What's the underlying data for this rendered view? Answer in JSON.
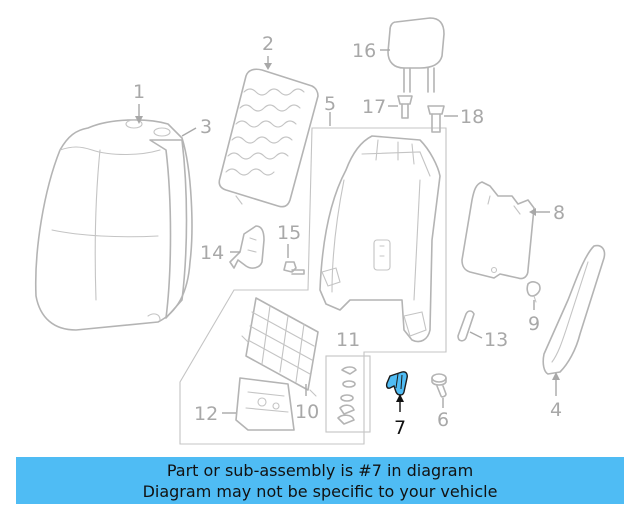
{
  "diagram": {
    "highlight_color": "#4fbcf4",
    "callouts": [
      {
        "id": "c1",
        "label": "1"
      },
      {
        "id": "c2",
        "label": "2"
      },
      {
        "id": "c3",
        "label": "3"
      },
      {
        "id": "c4",
        "label": "4"
      },
      {
        "id": "c5",
        "label": "5"
      },
      {
        "id": "c6",
        "label": "6"
      },
      {
        "id": "c7",
        "label": "7",
        "highlighted": true
      },
      {
        "id": "c8",
        "label": "8"
      },
      {
        "id": "c9",
        "label": "9"
      },
      {
        "id": "c10",
        "label": "10"
      },
      {
        "id": "c11",
        "label": "11"
      },
      {
        "id": "c12",
        "label": "12"
      },
      {
        "id": "c13",
        "label": "13"
      },
      {
        "id": "c14",
        "label": "14"
      },
      {
        "id": "c15",
        "label": "15"
      },
      {
        "id": "c16",
        "label": "16"
      },
      {
        "id": "c17",
        "label": "17"
      },
      {
        "id": "c18",
        "label": "18"
      }
    ]
  },
  "banner": {
    "line1": "Part or sub-assembly is #7 in diagram",
    "line2": "Diagram may not be specific to your vehicle",
    "background": "#4fbcf4"
  }
}
